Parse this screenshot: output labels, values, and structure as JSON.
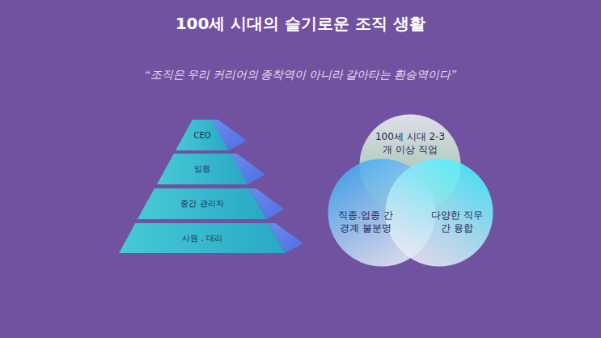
{
  "diagram": {
    "title": "100세 시대의 슬기로운 조직 생활",
    "nodes": [
      {
        "text": [
          "CEO"
        ]
      },
      {
        "text": [
          "임원"
        ]
      },
      {
        "text": [
          "중간 관리자"
        ]
      },
      {
        "text": [
          "사원 . 대리"
        ]
      },
      {
        "text": [
          "100세 시대 2-3개 이상 직업"
        ]
      },
      {
        "text": [
          "직종.업종 간 경계 불분명"
        ]
      },
      {
        "text": [
          "다양한 직무 간 융합"
        ]
      }
    ],
    "labels": [
      "“조직은 우리 커리어의 종착역이 아니라 갈아타는 환승역이다”"
    ]
  }
}
